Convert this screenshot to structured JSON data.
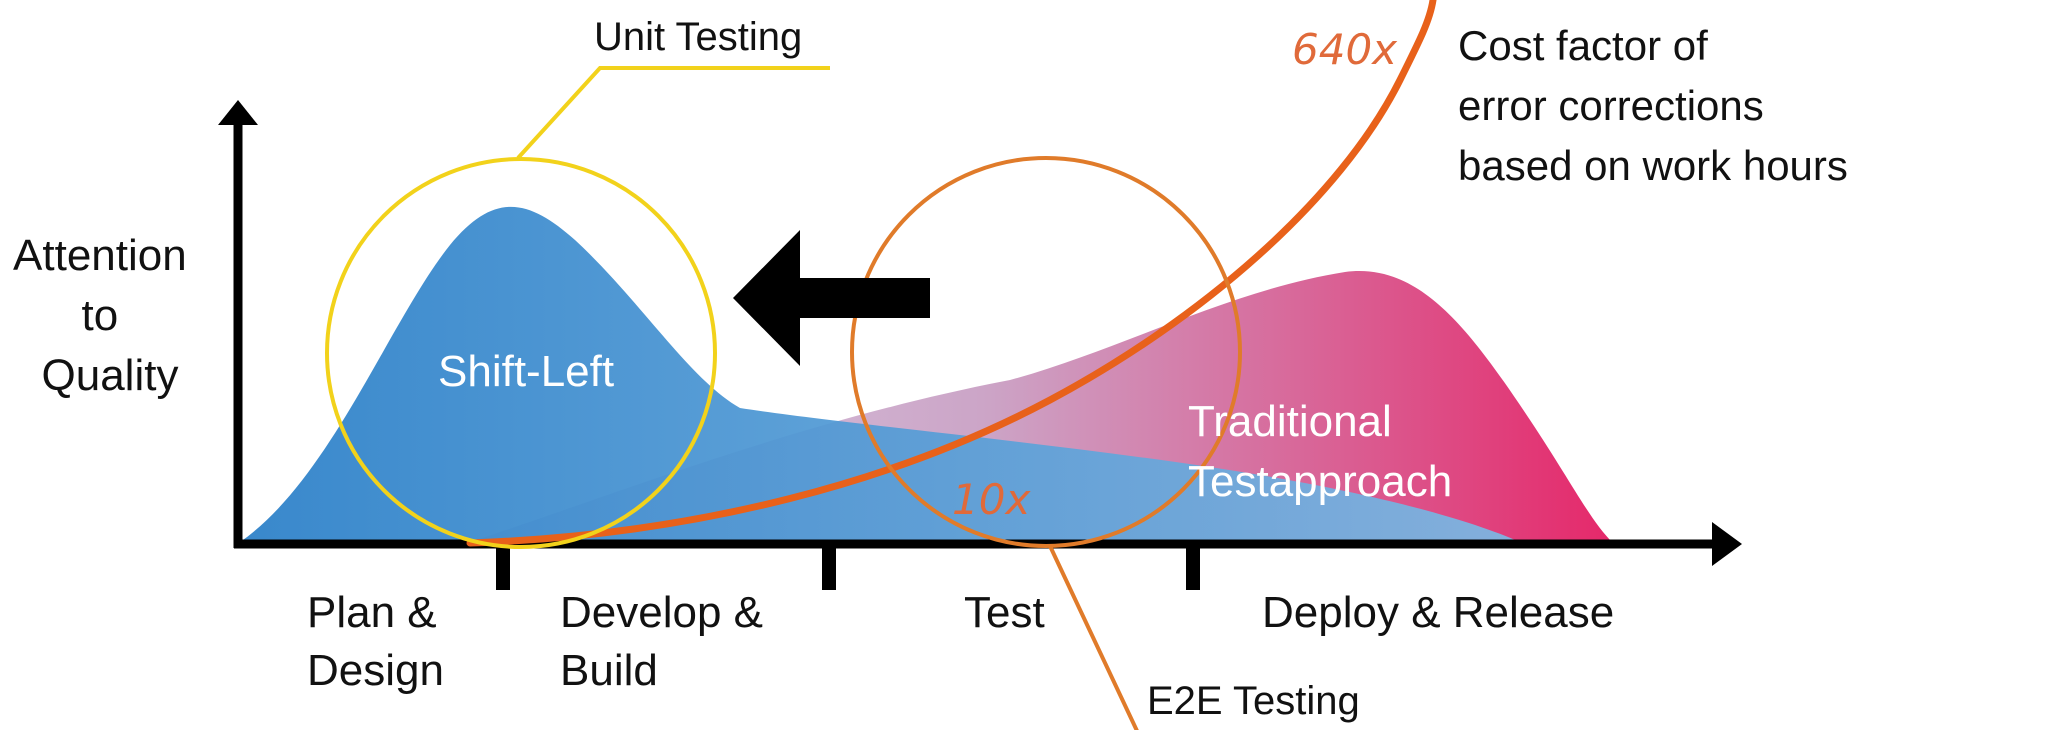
{
  "y_axis_label": {
    "lines": [
      "Attention",
      "to",
      "Quality"
    ]
  },
  "phases": {
    "plan": [
      "Plan &",
      "Design"
    ],
    "develop": [
      "Develop &",
      "Build"
    ],
    "test": [
      "Test"
    ],
    "deploy": [
      "Deploy & Release"
    ]
  },
  "curves": {
    "shift_left": "Shift-Left",
    "traditional": [
      "Traditional",
      "Testapproach"
    ]
  },
  "callouts": {
    "unit_testing": "Unit Testing",
    "e2e_testing": "E2E Testing"
  },
  "cost": {
    "low_factor": "10x",
    "high_factor": "640x",
    "description": [
      "Cost factor of",
      "error corrections",
      "based on work hours"
    ]
  },
  "colors": {
    "shift_left_start": "#2a7fc8",
    "shift_left_end": "#7db8e3",
    "traditional_start": "#d6c8e2",
    "traditional_end": "#e5286a",
    "unit_circle": "#f2d21b",
    "e2e_circle": "#e07b2a",
    "cost_curve": "#e8611a",
    "cost_text": "#e06a3a",
    "axis": "#000000"
  },
  "icons": {
    "direction_arrow": "left-arrow-icon"
  }
}
